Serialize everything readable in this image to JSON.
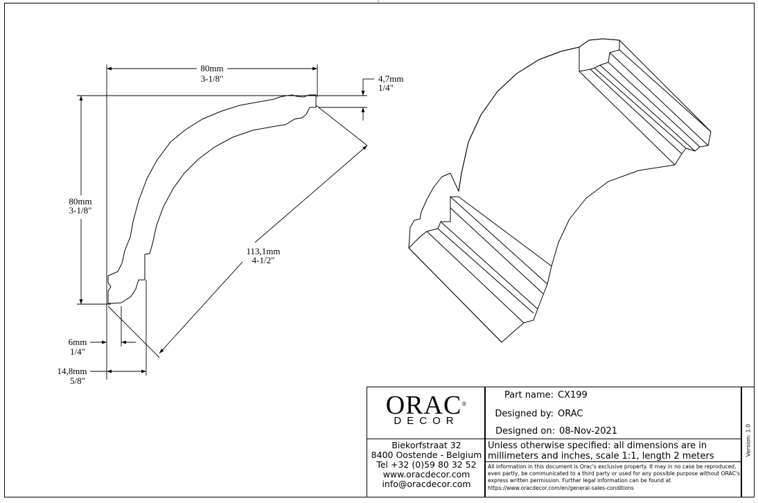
{
  "dimensions": {
    "top_width_mm": "80mm",
    "top_width_in": "3-1/8\"",
    "height_mm": "80mm",
    "height_in": "3-1/8\"",
    "top_lip_mm": "4,7mm",
    "top_lip_in": "1/4\"",
    "diagonal_mm": "113,1mm",
    "diagonal_in": "4-1/2\"",
    "bottom_lip_mm": "6mm",
    "bottom_lip_in": "1/4\"",
    "bottom_width_mm": "14,8mm",
    "bottom_width_in": "5/8\""
  },
  "logo": {
    "brand": "ORAC",
    "registered": "®",
    "sub": "DECOR"
  },
  "address": {
    "street": "Biekorfstraat 32",
    "city": "8400 Oostende - Belgium",
    "tel": "Tel  +32 (0)59 80 32 52",
    "web": "www.oracdecor.com",
    "email": "info@oracdecor.com"
  },
  "info": {
    "part_label": "Part name:",
    "part_value": "CX199",
    "designer_label": "Designed by:",
    "designer_value": "ORAC",
    "date_label": "Designed on:",
    "date_value": "08-Nov-2021",
    "spec_note": "Unless otherwise specified: all dimensions are in millimeters and inches, scale 1:1, length 2 meters",
    "legal": "All information in this document is Orac's exclusive property.  It may in no case be reproduced, even partly, be communicated to a third party or used for any possible purpose without ORAC's express written permission. Further legal information can be found at https://www.oracdecor.com/en/general-sales-conditions",
    "version": "Version: 1.0"
  }
}
